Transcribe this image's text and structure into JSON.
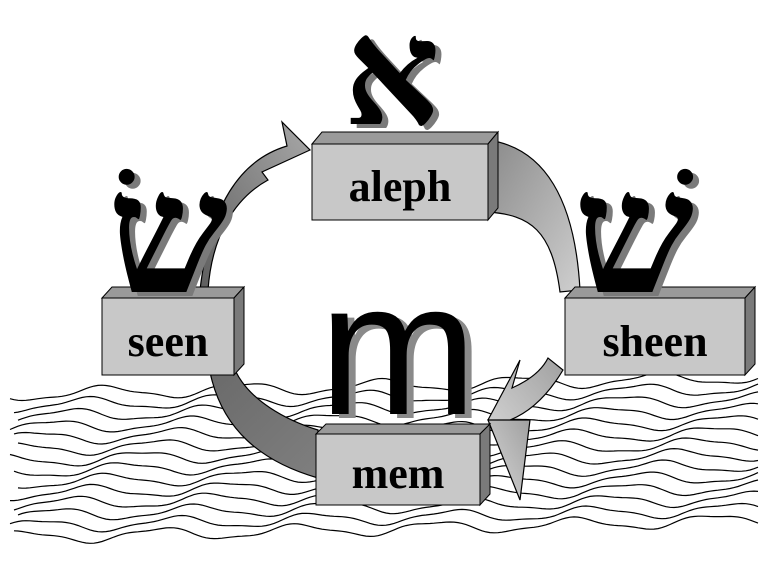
{
  "boxes": {
    "aleph": "aleph",
    "seen": "seen",
    "sheen": "sheen",
    "mem": "mem"
  },
  "glyphs": {
    "aleph": "א",
    "seen": "שׂ",
    "sheen": "שׁ",
    "mem": "m"
  },
  "colors": {
    "box_front": "#c8c8c8",
    "box_top": "#9a9a9a",
    "box_side": "#7a7a7a",
    "arrow_light": "#bdbdbd",
    "arrow_mid": "#8c8c8c",
    "arrow_dark": "#5a5a5a"
  }
}
